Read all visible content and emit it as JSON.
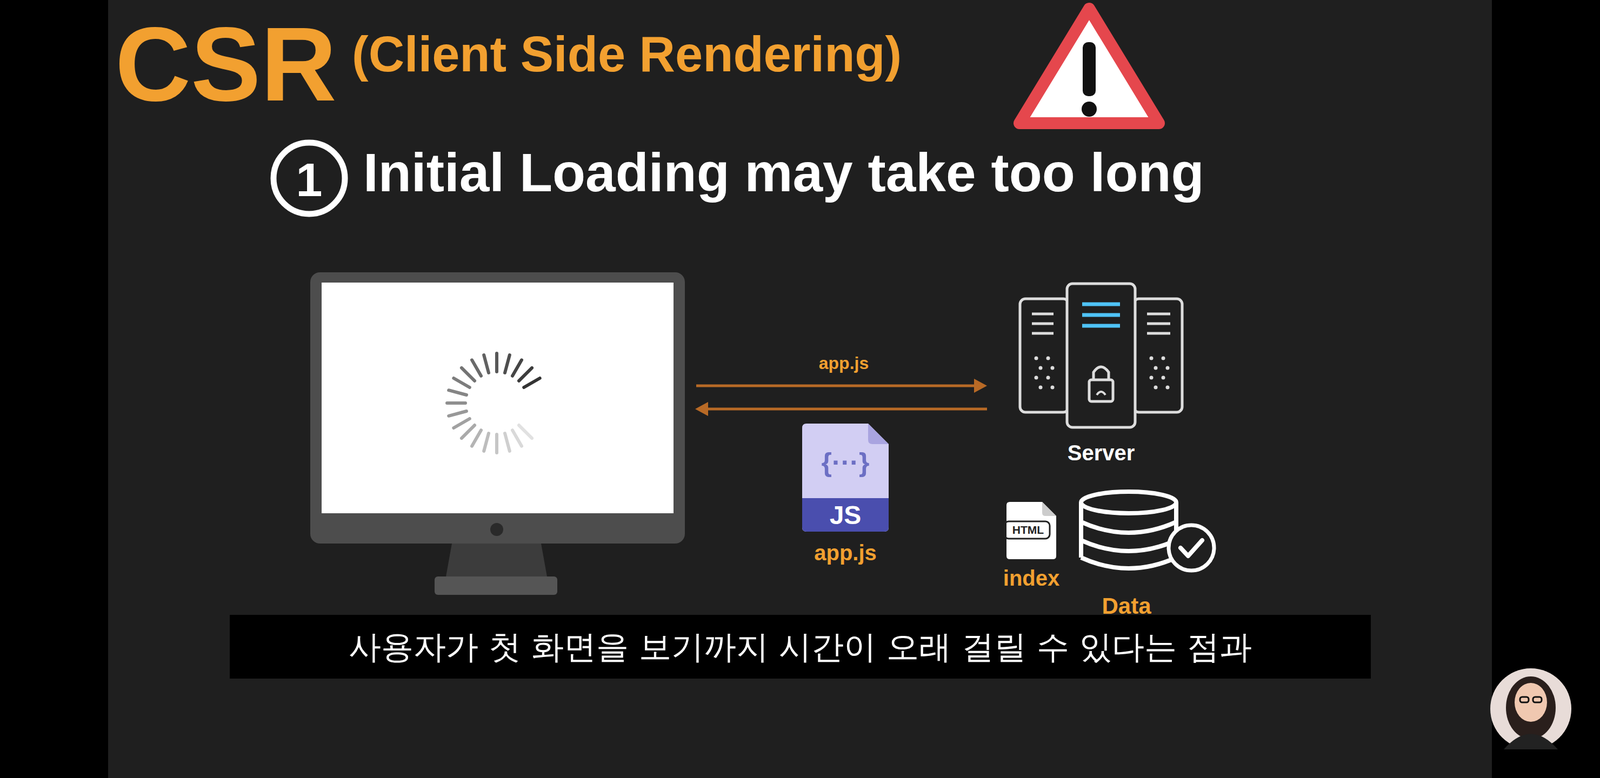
{
  "diagram": {
    "title": "CSR",
    "nodes": [
      {
        "text": [
          "1"
        ]
      },
      {
        "text": [
          "{···}",
          "JS",
          "app.js"
        ]
      },
      {
        "text": [
          "Server"
        ]
      },
      {
        "text": [
          "HTML",
          "index"
        ]
      },
      {
        "text": [
          "Data"
        ]
      },
      {
        "text": [
          "사용자가 첫 화면을 보기까지 시간이 오래 걸릴 수 있다는 점과"
        ]
      }
    ],
    "labels": [
      "(Client Side Rendering)",
      "Initial Loading may take too long",
      "app.js"
    ]
  }
}
